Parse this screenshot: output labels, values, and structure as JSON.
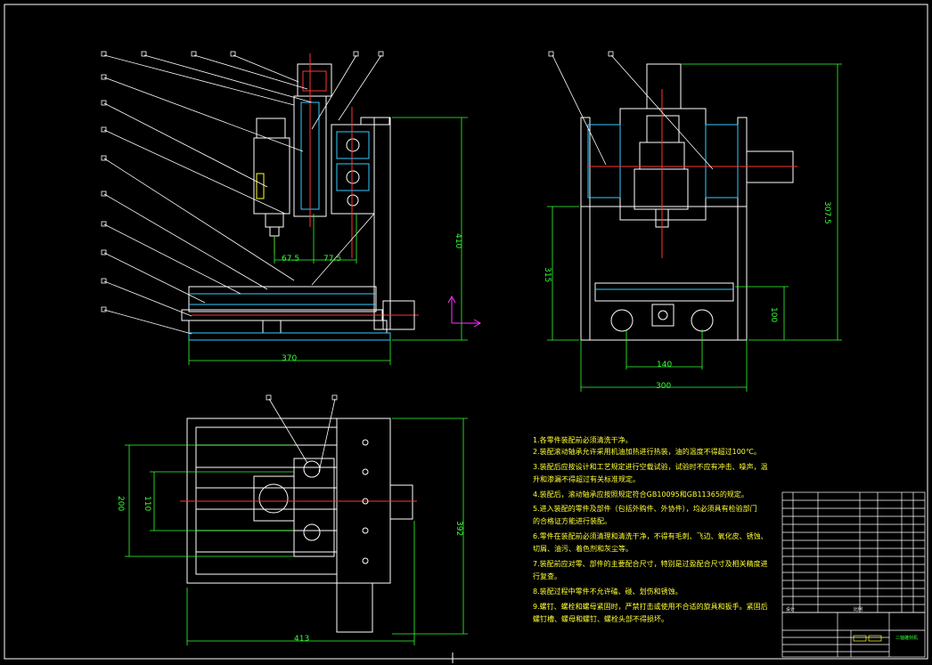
{
  "colors": {
    "background": "#000000",
    "outline": "#ffffff",
    "dimension": "#33ff33",
    "centerline": "#ff3333",
    "hatch": "#33ccff",
    "note_text": "#ffff33",
    "axis": "#ff33ff"
  },
  "dimensions": {
    "front_width": "370",
    "front_height": "410",
    "offset_a": "67.5",
    "offset_b": "77.5",
    "side_height": "315",
    "side_total": "307.5",
    "side_base": "100",
    "side_inner": "140",
    "side_width": "300",
    "top_width": "413",
    "top_depth": "392",
    "top_a": "200",
    "top_b": "110"
  },
  "notes": [
    "1.各零件装配前必须清洗干净。",
    "2.装配滚动轴承允许采用机油加热进行热装，油的温度不得超过100℃。",
    "3.装配后应按设计和工艺规定进行空载试验，试验时不应有冲击、噪声，温",
    "升和渗漏不得超过有关标准规定。",
    "4.装配后，滚动轴承应按照规定符合GB10095和GB11365的规定。",
    "5.进入装配的零件及部件（包括外购件、外协件），均必须具有检验部门",
    "的合格证方能进行装配。",
    "6.零件在装配前必须清理和清洗干净，不得有毛刺、飞边、氧化皮、锈蚀、",
    "切屑、油污、着色剂和灰尘等。",
    "7.装配前应对零、部件的主要配合尺寸，特别是过盈配合尺寸及相关精度进",
    "行复查。",
    "8.装配过程中零件不允许磕、碰、划伤和锈蚀。",
    "9.螺钉、螺栓和螺母紧固时，严禁打击或使用不合适的旋具和扳手。紧固后",
    "螺钉槽、螺母和螺钉、螺栓头部不得损坏。"
  ],
  "title_block": {
    "drawing_name": "二轴雕刻机",
    "design_label": "设计",
    "scale_label": "比例"
  }
}
